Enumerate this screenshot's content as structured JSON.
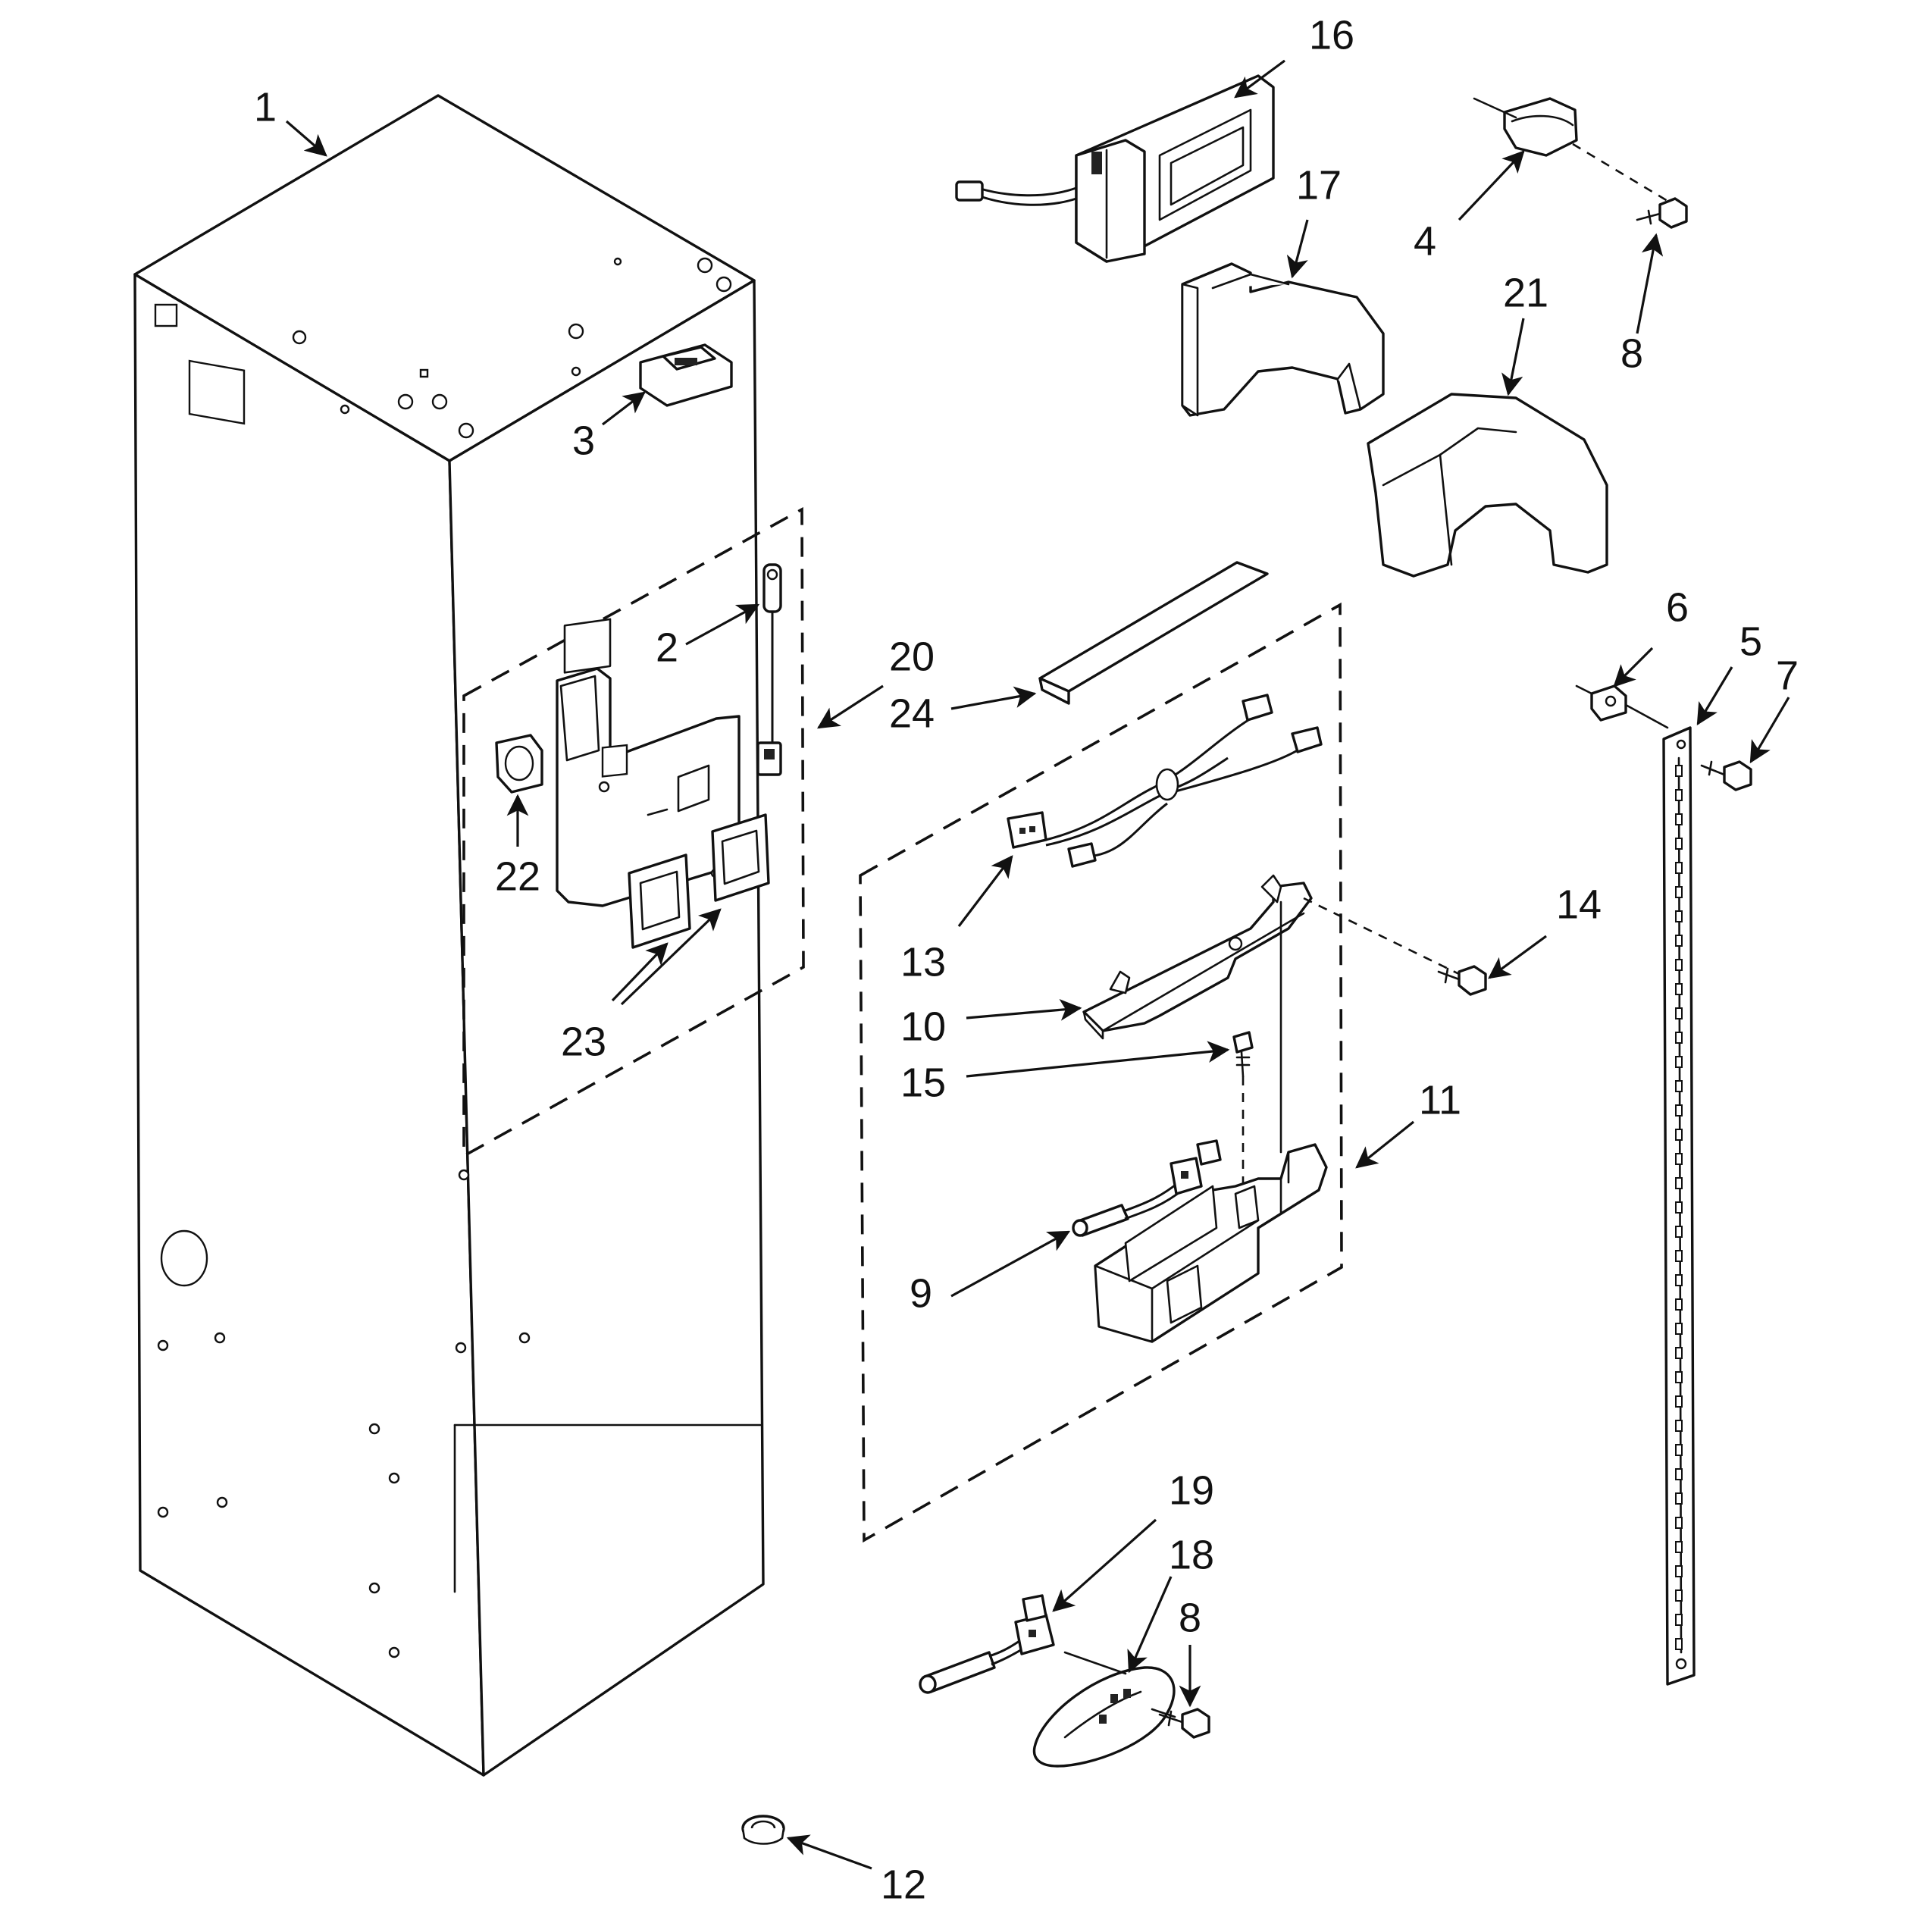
{
  "callouts": {
    "c1": "1",
    "c2": "2",
    "c3": "3",
    "c4": "4",
    "c5": "5",
    "c6": "6",
    "c7": "7",
    "c8a": "8",
    "c8b": "8",
    "c9": "9",
    "c10": "10",
    "c11": "11",
    "c12": "12",
    "c13": "13",
    "c14": "14",
    "c15": "15",
    "c16": "16",
    "c17": "17",
    "c18": "18",
    "c19": "19",
    "c20": "20",
    "c21": "21",
    "c22": "22",
    "c23": "23",
    "c24": "24"
  },
  "colors": {
    "line": "#111111",
    "background": "#ffffff"
  }
}
